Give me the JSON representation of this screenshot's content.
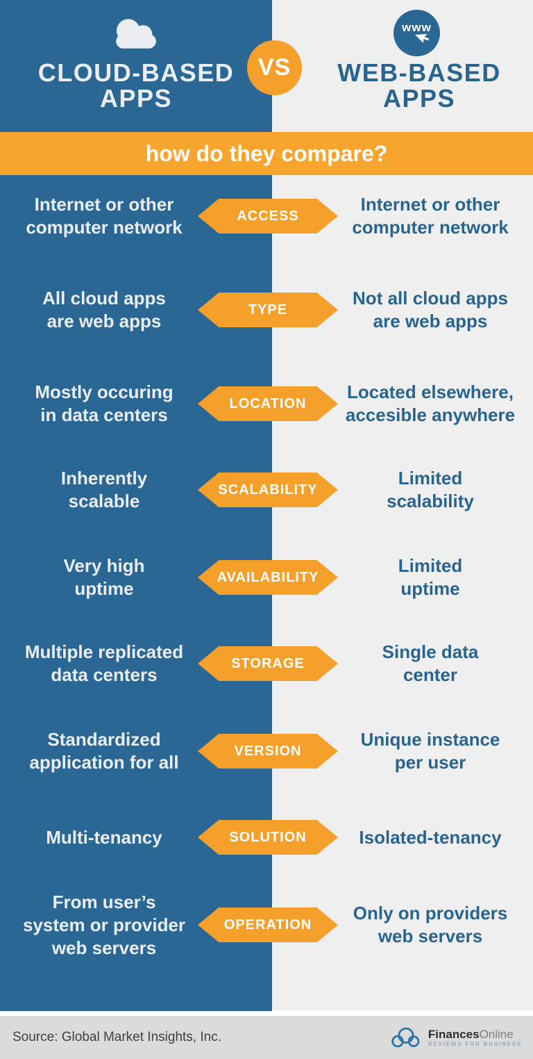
{
  "header": {
    "left_title": "CLOUD-BASED\nAPPS",
    "vs": "VS",
    "www_label": "www",
    "right_title": "WEB-BASED\nAPPS"
  },
  "banner": {
    "text": "how do they compare?"
  },
  "rows": [
    {
      "label": "ACCESS",
      "left": "Internet or other\ncomputer network",
      "right": "Internet or other\ncomputer network"
    },
    {
      "label": "TYPE",
      "left": "All cloud apps\nare web apps",
      "right": "Not all cloud apps\nare web apps"
    },
    {
      "label": "LOCATION",
      "left": "Mostly occuring\nin data centers",
      "right": "Located elsewhere,\naccesible anywhere"
    },
    {
      "label": "SCALABILITY",
      "left": "Inherently\nscalable",
      "right": "Limited\nscalability"
    },
    {
      "label": "AVAILABILITY",
      "left": "Very high\nuptime",
      "right": "Limited\nuptime"
    },
    {
      "label": "STORAGE",
      "left": "Multiple replicated\ndata centers",
      "right": "Single data\ncenter"
    },
    {
      "label": "VERSION",
      "left": "Standardized\napplication for all",
      "right": "Unique instance\nper user"
    },
    {
      "label": "SOLUTION",
      "left": "Multi-tenancy",
      "right": "Isolated-tenancy"
    },
    {
      "label": "OPERATION",
      "left": "From user’s\nsystem or provider\nweb servers",
      "right": "Only on providers\nweb servers"
    }
  ],
  "footer": {
    "source": "Source: Global Market Insights, Inc.",
    "brand_bold": "Finances",
    "brand_light": "Online",
    "brand_tagline": "REVIEWS FOR BUSINESS"
  },
  "colors": {
    "blue-bg": "#2A6795",
    "blue-text": "#29648F",
    "left-text": "#EAEEF3",
    "orange": "#F5A02B",
    "orange-banner": "#F7A52F",
    "right-bg": "#EFEFEF",
    "footer-bg": "#DBDBDB",
    "footer-text": "#3F3F3F",
    "brand-blue": "#2B72A8"
  }
}
